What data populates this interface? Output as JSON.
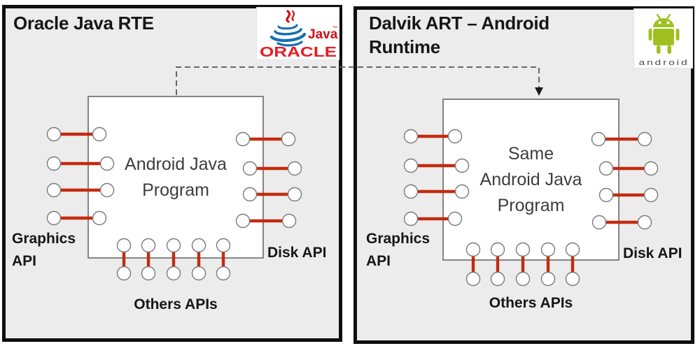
{
  "colors": {
    "panel_background": "#ececec",
    "panel_border": "#0f0f0f",
    "box_border": "#848484",
    "connector_red": "#c32b10",
    "dot_fill": "#ffffff",
    "dot_stroke": "#7a7a7a",
    "dashed_arrow_gray": "#565656",
    "arrowhead_black": "#1a1a1a",
    "java_red": "#d30a13",
    "oracle_red": "#ea1b22",
    "java_blue": "#1470b0",
    "android_green": "#a0c022",
    "android_wordmark_gray": "#4a4a4a"
  },
  "left_panel": {
    "title": "Oracle Java RTE",
    "logo": {
      "icon": "java-oracle-logo",
      "java_label": "Java",
      "trademark": "™",
      "oracle_label": "ORACLE"
    },
    "program_lines": [
      "Android Java",
      "Program"
    ],
    "labels": {
      "left": "Graphics API",
      "right": "Disk API",
      "bottom": "Others APIs"
    },
    "connectors": {
      "left_count": 4,
      "right_count": 4,
      "bottom_count": 5
    }
  },
  "right_panel": {
    "title_line1": "Dalvik ART – Android",
    "title_line2": "Runtime",
    "logo": {
      "icon": "android-robot-logo",
      "wordmark": "android"
    },
    "program_lines": [
      "Same",
      "Android Java",
      "Program"
    ],
    "labels": {
      "left": "Graphics API",
      "right": "Disk API",
      "bottom": "Others APIs"
    },
    "connectors": {
      "left_count": 4,
      "right_count": 4,
      "bottom_count": 5
    }
  },
  "flow_arrow": {
    "style": "dashed",
    "from": "left program box",
    "to": "right program box"
  }
}
